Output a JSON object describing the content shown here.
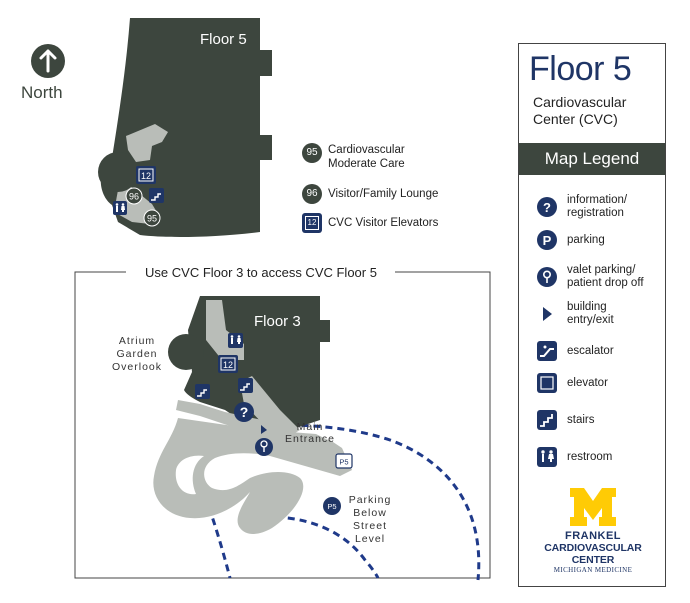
{
  "compass": {
    "label": "North",
    "icon": "north-arrow-icon"
  },
  "floor5": {
    "label": "Floor 5",
    "markers": {
      "room95": "95",
      "room96": "96",
      "elevator": "12"
    },
    "keys": [
      {
        "badge": "95",
        "text_line1": "Cardiovascular",
        "text_line2": "Moderate Care"
      },
      {
        "badge": "96",
        "text_line1": "Visitor/Family Lounge",
        "text_line2": ""
      },
      {
        "badge": "12",
        "text_line1": "CVC Visitor Elevators",
        "text_line2": ""
      }
    ]
  },
  "floor3": {
    "caption": "Use CVC Floor 3 to access CVC Floor 5",
    "label": "Floor 3",
    "elevator": "12",
    "atrium": [
      "Atrium",
      "Garden",
      "Overlook"
    ],
    "main_entrance": [
      "Main",
      "Entrance"
    ],
    "parking": [
      "Parking",
      "Below",
      "Street",
      "Level"
    ],
    "parking_badge": "P5"
  },
  "legend": {
    "title": "Floor 5",
    "subtitle_line1": "Cardiovascular",
    "subtitle_line2": "Center (CVC)",
    "heading": "Map Legend",
    "items": [
      {
        "icon": "information-icon",
        "glyph": "?",
        "line1": "information/",
        "line2": "registration"
      },
      {
        "icon": "parking-icon",
        "glyph": "P",
        "line1": "parking",
        "line2": ""
      },
      {
        "icon": "valet-parking-icon",
        "glyph": "",
        "line1": "valet parking/",
        "line2": "patient drop off"
      },
      {
        "icon": "building-entry-icon",
        "glyph": "",
        "line1": "building",
        "line2": "entry/exit"
      },
      {
        "icon": "escalator-icon",
        "glyph": "",
        "line1": "escalator",
        "line2": ""
      },
      {
        "icon": "elevator-icon",
        "glyph": "",
        "line1": "elevator",
        "line2": ""
      },
      {
        "icon": "stairs-icon",
        "glyph": "",
        "line1": "stairs",
        "line2": ""
      },
      {
        "icon": "restroom-icon",
        "glyph": "",
        "line1": "restroom",
        "line2": ""
      }
    ],
    "logo": {
      "line1": "FRANKEL",
      "line2": "CARDIOVASCULAR CENTER",
      "line3": "MICHIGAN MEDICINE"
    }
  },
  "colors": {
    "building": "#3d463e",
    "corridor": "#b9bdb8",
    "navy": "#1f3566",
    "maize": "#ffcb05",
    "parking_path": "#1f3a8a"
  }
}
